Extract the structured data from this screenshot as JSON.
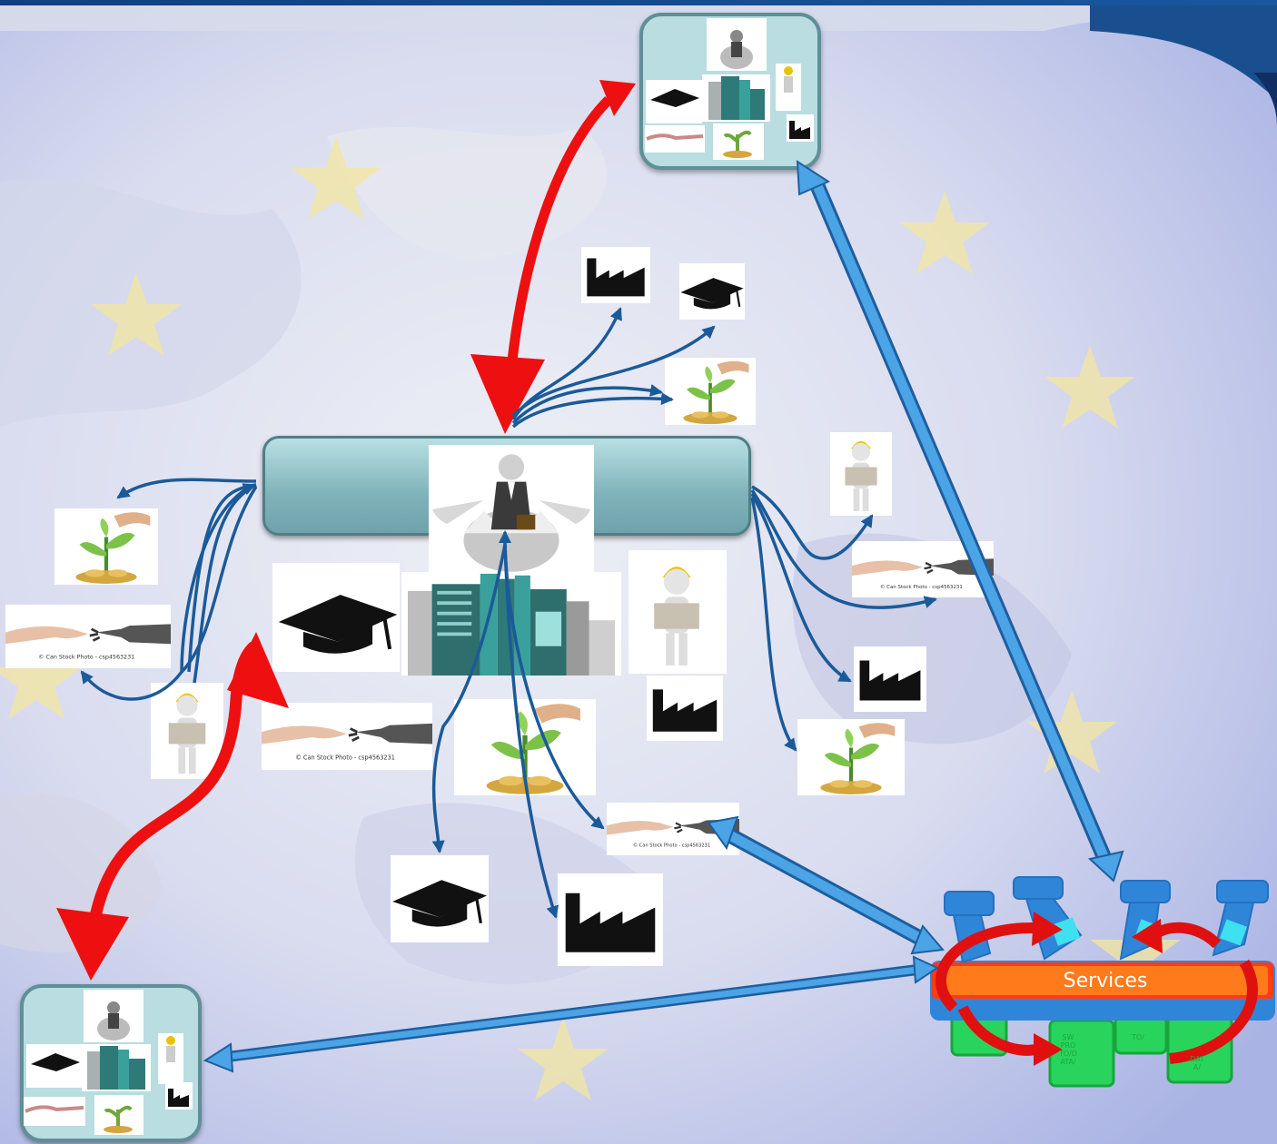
{
  "services_label": "Services",
  "watermark_text": "© Can Stock Photo - csp4563231",
  "module_text": [
    "SW",
    "PRO",
    "TO/D",
    "ATA/"
  ],
  "module_text_b": "TO/",
  "module_text_c": [
    "DAT",
    "A/"
  ],
  "colors": {
    "eu_blue": "#1a4f8f",
    "flag_star_yellow": "#f3e6a0",
    "red_arrow": "#ee1010",
    "blue_arrow": "#3f8fd0",
    "small_arrow": "#1b5a99",
    "services_bar": "#ff7a1a",
    "services_frame": "#ff3b1a",
    "module_green": "#29d45c",
    "module_blue": "#2f86d9",
    "module_cyan": "#3fe0f0",
    "hub_fill": "#b9dde0"
  },
  "icons": [
    "graduation-cap-icon",
    "factory-icon",
    "plant-coins-icon",
    "robot-hand-icon",
    "worker-helmet-icon",
    "businessman-egg-icon",
    "city-buildings-icon"
  ]
}
